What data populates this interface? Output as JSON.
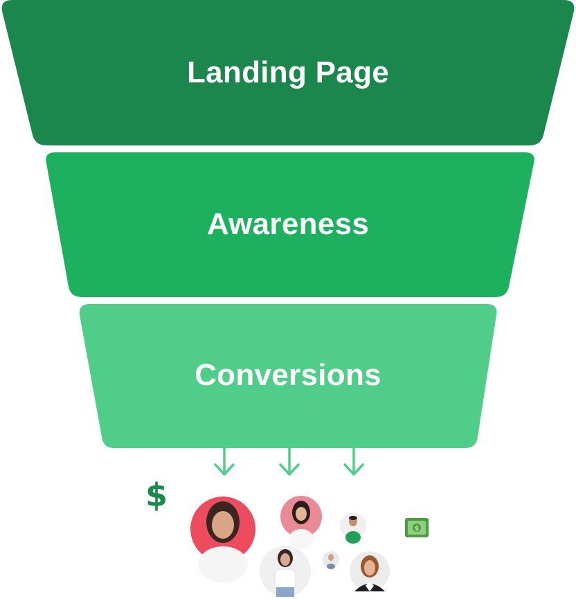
{
  "funnel": {
    "stages": [
      {
        "label": "Landing Page",
        "color": "#1b874c"
      },
      {
        "label": "Awareness",
        "color": "#1db05e"
      },
      {
        "label": "Conversions",
        "color": "#50cd89"
      }
    ],
    "arrow_color": "#50cd89"
  },
  "decorations": {
    "dollar_symbol": "$",
    "dollar_color": "#1a8a4c",
    "money_icon": "banknote-icon"
  },
  "people": [
    {
      "icon": "person-avatar-1",
      "bg": "#ec4c5d"
    },
    {
      "icon": "person-avatar-2",
      "bg": "#ea8a96"
    },
    {
      "icon": "person-avatar-3",
      "bg": "#f0f0f0"
    },
    {
      "icon": "person-avatar-4",
      "bg": "#eeeeee"
    },
    {
      "icon": "person-avatar-5",
      "bg": "#e9e9e9"
    },
    {
      "icon": "person-avatar-6",
      "bg": "#ececec"
    }
  ]
}
